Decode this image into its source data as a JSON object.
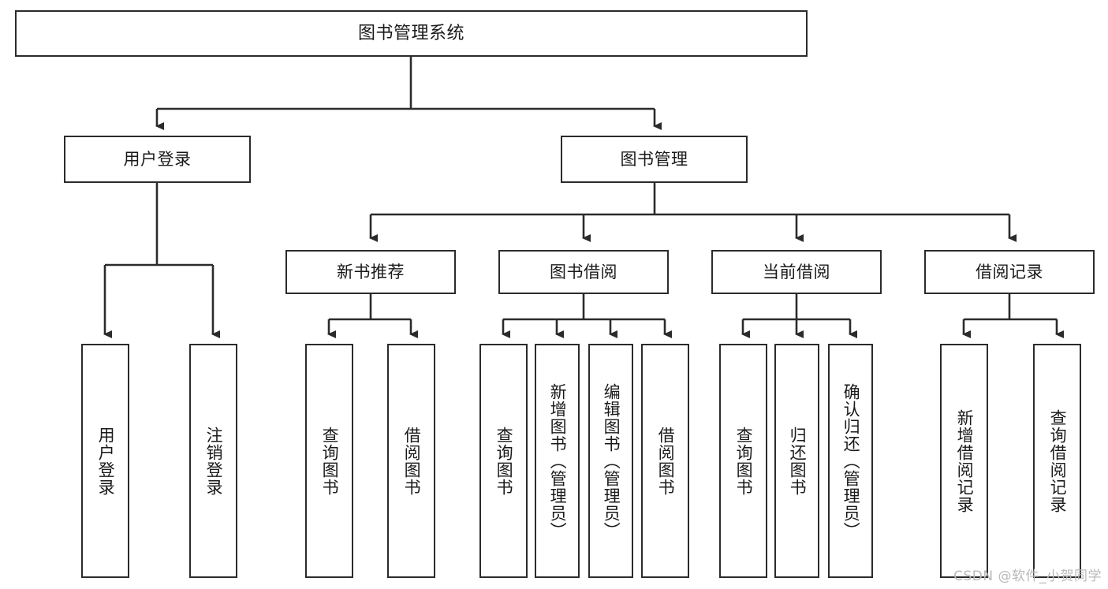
{
  "diagram": {
    "title": "图书管理系统",
    "type": "tree",
    "watermark": "CSDN @软件_小贺同学",
    "line_color": "#2b2b2b",
    "box_fill": "#ffffff",
    "text_color": "#1a1a1a",
    "nodes": {
      "root": {
        "label": "图书管理系统"
      },
      "level1": [
        {
          "id": "user-login",
          "label": "用户登录"
        },
        {
          "id": "book-manage",
          "label": "图书管理"
        }
      ],
      "level2": [
        {
          "id": "new-book-rec",
          "label": "新书推荐",
          "parent": "book-manage"
        },
        {
          "id": "book-borrow",
          "label": "图书借阅",
          "parent": "book-manage"
        },
        {
          "id": "current-borrow",
          "label": "当前借阅",
          "parent": "book-manage"
        },
        {
          "id": "borrow-record",
          "label": "借阅记录",
          "parent": "book-manage"
        }
      ],
      "leaves": {
        "user-login": [
          {
            "id": "leaf-user-login",
            "label": "用户登录"
          },
          {
            "id": "leaf-user-logout",
            "label": "注销登录"
          }
        ],
        "new-book-rec": [
          {
            "id": "leaf-query-book-1",
            "label": "查询图书"
          },
          {
            "id": "leaf-borrow-book-1",
            "label": "借阅图书"
          }
        ],
        "book-borrow": [
          {
            "id": "leaf-query-book-2",
            "label": "查询图书"
          },
          {
            "id": "leaf-add-book",
            "label": "新增图书（管理员）"
          },
          {
            "id": "leaf-edit-book",
            "label": "编辑图书（管理员）"
          },
          {
            "id": "leaf-borrow-book-2",
            "label": "借阅图书"
          }
        ],
        "current-borrow": [
          {
            "id": "leaf-query-book-3",
            "label": "查询图书"
          },
          {
            "id": "leaf-return-book",
            "label": "归还图书"
          },
          {
            "id": "leaf-confirm-return",
            "label": "确认归还（管理员）"
          }
        ],
        "borrow-record": [
          {
            "id": "leaf-add-record",
            "label": "新增借阅记录"
          },
          {
            "id": "leaf-query-record",
            "label": "查询借阅记录"
          }
        ]
      }
    }
  }
}
